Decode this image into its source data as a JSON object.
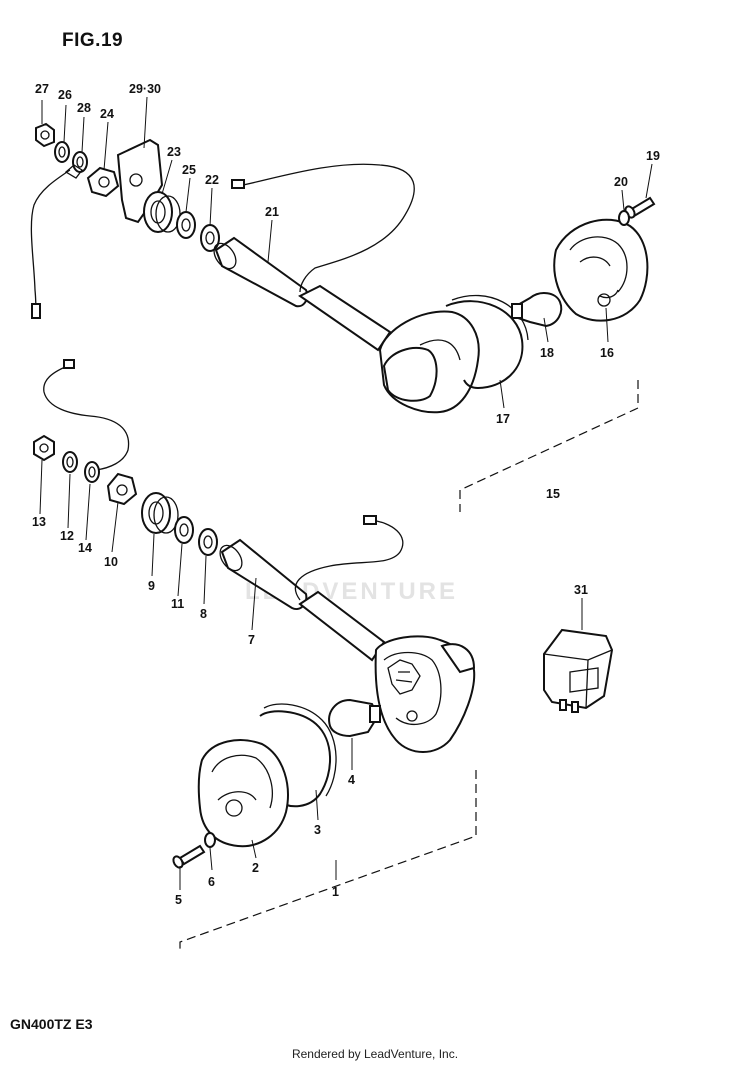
{
  "figure": {
    "title": "FIG.19"
  },
  "model_code": "GN400TZ  E3",
  "footer": {
    "credit": "Rendered by LeadVenture, Inc."
  },
  "watermark": {
    "text": "LEADVENTURE"
  },
  "callouts": {
    "c1": "1",
    "c2": "2",
    "c3": "3",
    "c4": "4",
    "c5": "5",
    "c6": "6",
    "c7": "7",
    "c8": "8",
    "c9": "9",
    "c10": "10",
    "c11": "11",
    "c12": "12",
    "c13": "13",
    "c14": "14",
    "c15": "15",
    "c16": "16",
    "c17": "17",
    "c18": "18",
    "c19": "19",
    "c20": "20",
    "c21": "21",
    "c22": "22",
    "c23": "23",
    "c24": "24",
    "c25": "25",
    "c26": "26",
    "c27": "27",
    "c28": "28",
    "c29_30": "29·30",
    "c31": "31"
  }
}
